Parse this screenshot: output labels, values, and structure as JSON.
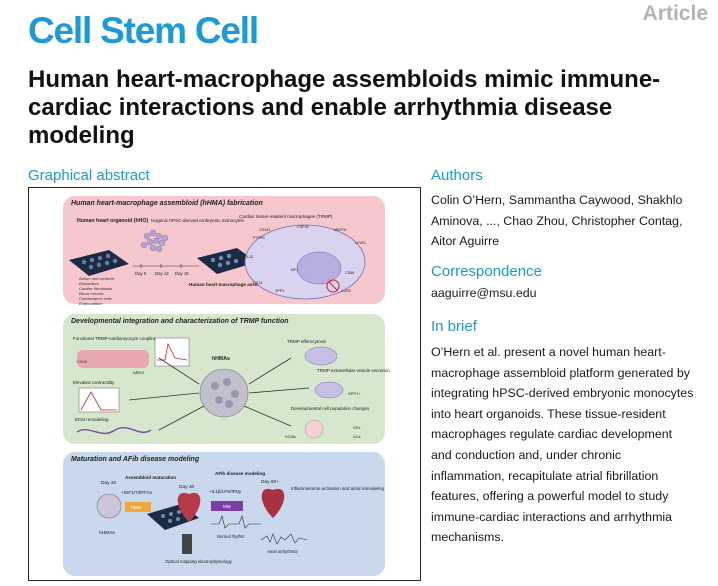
{
  "journal": "Cell Stem Cell",
  "article_type": "Article",
  "title": "Human heart-macrophage assembloids mimic immune-cardiac interactions and enable arrhythmia disease modeling",
  "graphical_abstract": {
    "heading": "Graphical abstract",
    "panel1": {
      "title": "Human heart-macrophage assembloid (hHMA) fabrication",
      "hho_label": "Human heart organoid (hHO)",
      "monocytes_label": "Isogenic hPSC-derived embryonic monocytes",
      "cell_types": [
        "Atrium and ventricle",
        "Epicardium",
        "Cardiac fibroblasts",
        "Blood vessels",
        "Conductance cells",
        "Endocardium"
      ],
      "days": [
        "Day 6",
        "Day 12",
        "Day 16"
      ],
      "hhma_label": "Human heart-macrophage assembloid (hHMA)",
      "trmp_label": "Cardiac tissue-resident macrophages (TRMP)",
      "markers": [
        "CD163",
        "CSF1R",
        "MERTK",
        "PTPRC",
        "LYVE1",
        "IL10",
        "CD14",
        "CD68",
        "SPP1",
        "CCR2",
        "MF1"
      ]
    },
    "panel2": {
      "title": "Developmental integration and characterization of TRMP function",
      "center_label": "hHMAs",
      "coupling_label": "Functional TRMP-cardiomyocyte coupling",
      "cx43": "CX43",
      "areg": "AREG",
      "contractility_label": "Elevated contractility",
      "ecm_label": "ECM remodeling",
      "efferocytosis_label": "TRMP efferocytosis",
      "vesicle_label": "TRMP extracellular vesicle secretion",
      "spp1": "SPP1+",
      "population_label": "Developmental cell population changes",
      "vcm": "VCMs",
      "cfs": "CFs",
      "vcs": "VCs"
    },
    "panel3": {
      "title": "Maturation and AFib disease modeling",
      "day20": "Day 20",
      "maturation_label": "Assembloid maturation",
      "maturation_factors": "+IGF1/T3/FFAs",
      "fmmm": "FMM",
      "hhmas": "hHMAs",
      "day30": "Day 30",
      "afib_label": "AFib disease modeling",
      "afib_factors": "+IL1β/LPS/IFNγ",
      "mm": "MM",
      "day60": "Day 60+",
      "inflammasome_label": "Inflammasome activation and atrial remodeling",
      "normal_rhythm": "Normal rhythm",
      "atrial_arrhythmia": "Atrial arrhythmia",
      "optical_label": "Optical mapping electrophysiology"
    }
  },
  "authors": {
    "heading": "Authors",
    "text": "Colin O’Hern, Sammantha Caywood, Shakhlo Aminova, ..., Chao Zhou, Christopher Contag, Aitor Aguirre"
  },
  "correspondence": {
    "heading": "Correspondence",
    "email": "aaguirre@msu.edu"
  },
  "in_brief": {
    "heading": "In brief",
    "text": "O’Hern et al. present a novel human heart-macrophage assembloid platform generated by integrating hPSC-derived embryonic monocytes into heart organoids. These tissue-resident macrophages regulate cardiac development and conduction and, under chronic inflammation, recapitulate atrial fibrillation features, offering a powerful model to study immune-cardiac interactions and arrhythmia mechanisms."
  },
  "colors": {
    "accent": "#1a9ad6",
    "panel1": "#f6c7cc",
    "panel2": "#d6e7cd",
    "panel3": "#c9d8ec"
  }
}
